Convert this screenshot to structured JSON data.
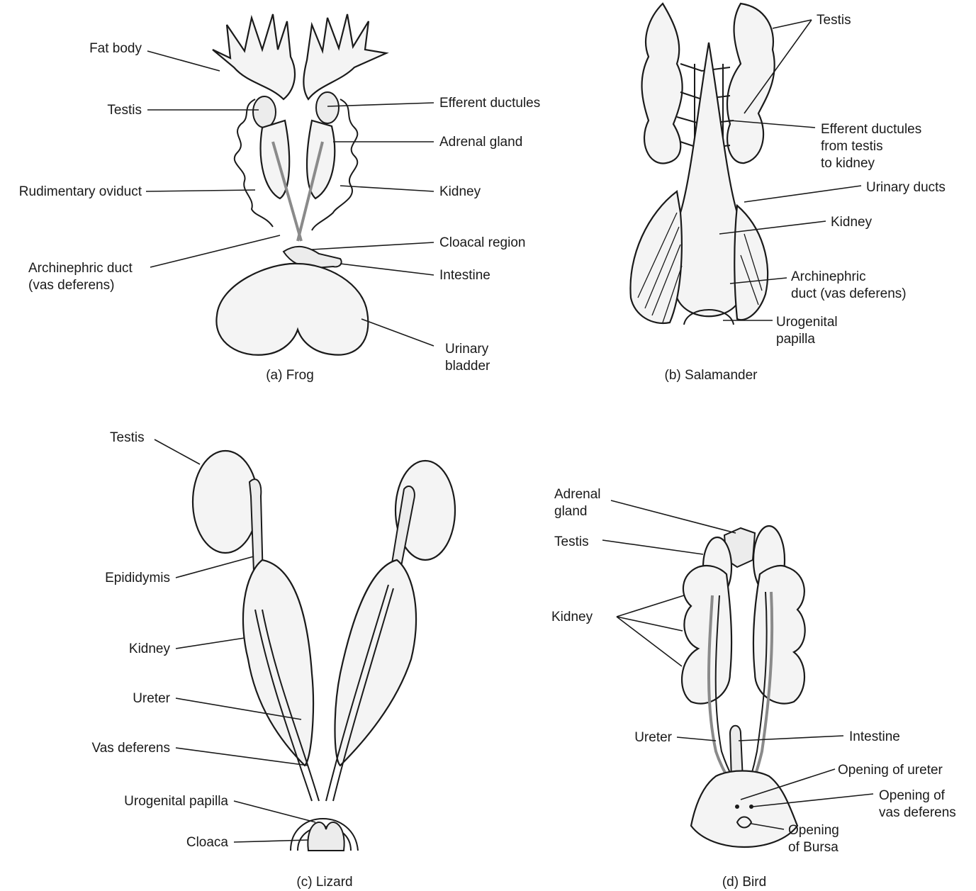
{
  "panels": {
    "frog": {
      "caption": "(a) Frog",
      "labels": {
        "fat_body": "Fat body",
        "testis": "Testis",
        "rudimentary_oviduct": "Rudimentary oviduct",
        "archinephric_duct_1": "Archinephric duct",
        "archinephric_duct_2": "(vas deferens)",
        "efferent_ductules": "Efferent ductules",
        "adrenal_gland": "Adrenal gland",
        "kidney": "Kidney",
        "cloacal_region": "Cloacal region",
        "intestine": "Intestine",
        "urinary_bladder_1": "Urinary",
        "urinary_bladder_2": "bladder"
      }
    },
    "salamander": {
      "caption": "(b) Salamander",
      "labels": {
        "testis": "Testis",
        "efferent_1": "Efferent ductules",
        "efferent_2": "from testis",
        "efferent_3": "to kidney",
        "urinary_ducts": "Urinary ducts",
        "kidney": "Kidney",
        "archinephric_1": "Archinephric",
        "archinephric_2": "duct (vas deferens)",
        "urogenital_1": "Urogenital",
        "urogenital_2": "papilla"
      }
    },
    "lizard": {
      "caption": "(c) Lizard",
      "labels": {
        "testis": "Testis",
        "epididymis": "Epididymis",
        "kidney": "Kidney",
        "ureter": "Ureter",
        "vas_deferens": "Vas deferens",
        "urogenital_papilla": "Urogenital papilla",
        "cloaca": "Cloaca"
      }
    },
    "bird": {
      "caption": "(d) Bird",
      "labels": {
        "adrenal_1": "Adrenal",
        "adrenal_2": "gland",
        "testis": "Testis",
        "kidney": "Kidney",
        "ureter": "Ureter",
        "intestine": "Intestine",
        "opening_ureter": "Opening of ureter",
        "opening_vas_1": "Opening of",
        "opening_vas_2": "vas deferens",
        "opening_bursa_1": "Opening",
        "opening_bursa_2": "of Bursa"
      }
    }
  }
}
